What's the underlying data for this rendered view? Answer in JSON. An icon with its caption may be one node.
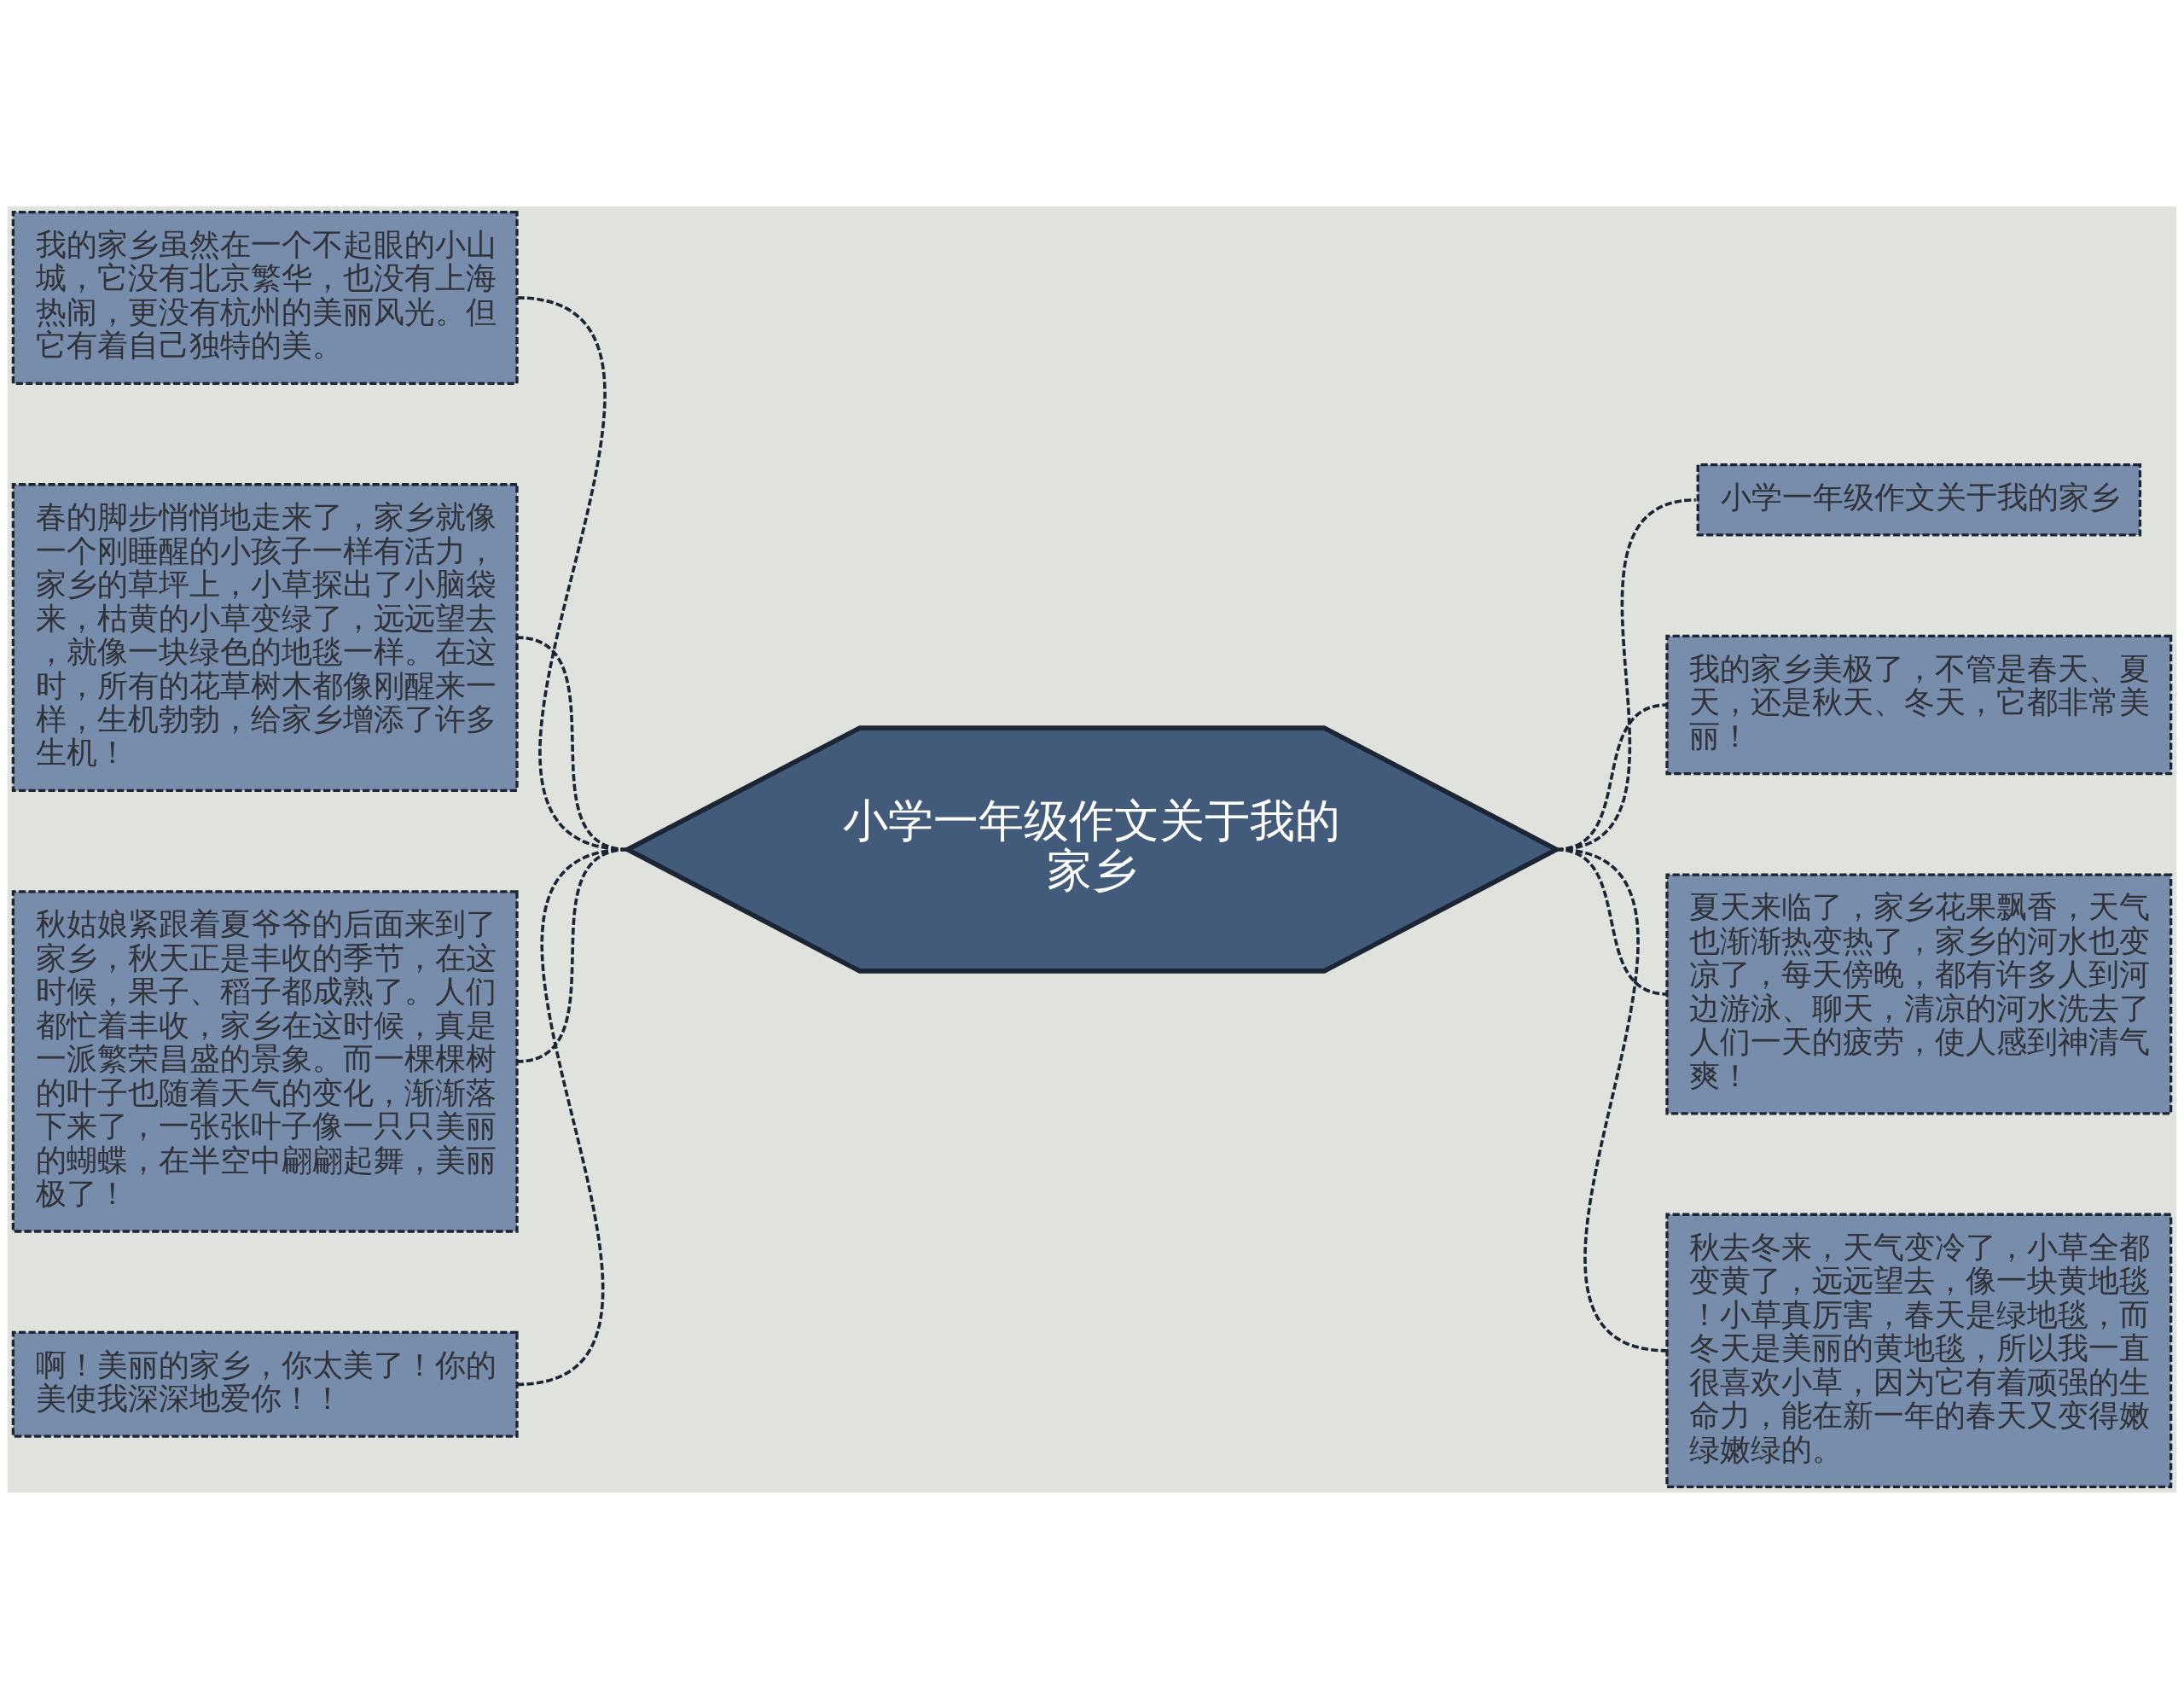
{
  "diagram": {
    "nodes": [
      {
        "text": [
          "小学一年级作文关于我的家乡"
        ]
      },
      {
        "text": [
          "我的家乡虽然在一个不起眼的小山城，它没有北京繁华，也没有上海热闹，更没有杭州的美丽风光。但它有着自己独特的美。"
        ]
      },
      {
        "text": [
          "春的脚步悄悄地走来了，家乡就像一个刚睡醒的小孩子一样有活力，家乡的草坪上，小草探出了小脑袋来，枯黄的小草变绿了，远远望去，就像一块绿色的地毯一样。在这时，所有的花草树木都像刚醒来一样，生机勃勃，给家乡增添了许多生机！"
        ]
      },
      {
        "text": [
          "秋姑娘紧跟着夏爷爷的后面来到了家乡，秋天正是丰收的季节，在这时候，果子、稻子都成熟了。人们都忙着丰收，家乡在这时候，真是一派繁荣昌盛的景象。而一棵棵树的叶子也随着天气的变化，渐渐落下来了，一张张叶子像一只只美丽的蝴蝶，在半空中翩翩起舞，美丽极了！"
        ]
      },
      {
        "text": [
          "啊！美丽的家乡，你太美了！你的美使我深深地爱你！！"
        ]
      },
      {
        "text": [
          "小学一年级作文关于我的家乡"
        ]
      },
      {
        "text": [
          "我的家乡美极了，不管是春天、夏天，还是秋天、冬天，它都非常美丽！"
        ]
      },
      {
        "text": [
          "夏天来临了，家乡花果飘香，天气也渐渐热变热了，家乡的河水也变凉了，每天傍晚，都有许多人到河边游泳、聊天，清凉的河水洗去了人们一天的疲劳，使人感到神清气爽！"
        ]
      },
      {
        "text": [
          "秋去冬来，天气变冷了，小草全都变黄了，远远望去，像一块黄地毯！小草真厉害，春天是绿地毯，而冬天是美丽的黄地毯，所以我一直很喜欢小草，因为它有着顽强的生命力，能在新一年的春天又变得嫩绿嫩绿的。"
        ]
      }
    ],
    "edges": [
      {
        "from": 0,
        "to": 1,
        "arrow": "none",
        "style": "dashed"
      },
      {
        "from": 0,
        "to": 2,
        "arrow": "none",
        "style": "dashed"
      },
      {
        "from": 0,
        "to": 3,
        "arrow": "none",
        "style": "dashed"
      },
      {
        "from": 0,
        "to": 4,
        "arrow": "none",
        "style": "dashed"
      },
      {
        "from": 0,
        "to": 5,
        "arrow": "none",
        "style": "dashed"
      },
      {
        "from": 0,
        "to": 6,
        "arrow": "none",
        "style": "dashed"
      },
      {
        "from": 0,
        "to": 7,
        "arrow": "none",
        "style": "dashed"
      },
      {
        "from": 0,
        "to": 8,
        "arrow": "none",
        "style": "dashed"
      }
    ]
  }
}
